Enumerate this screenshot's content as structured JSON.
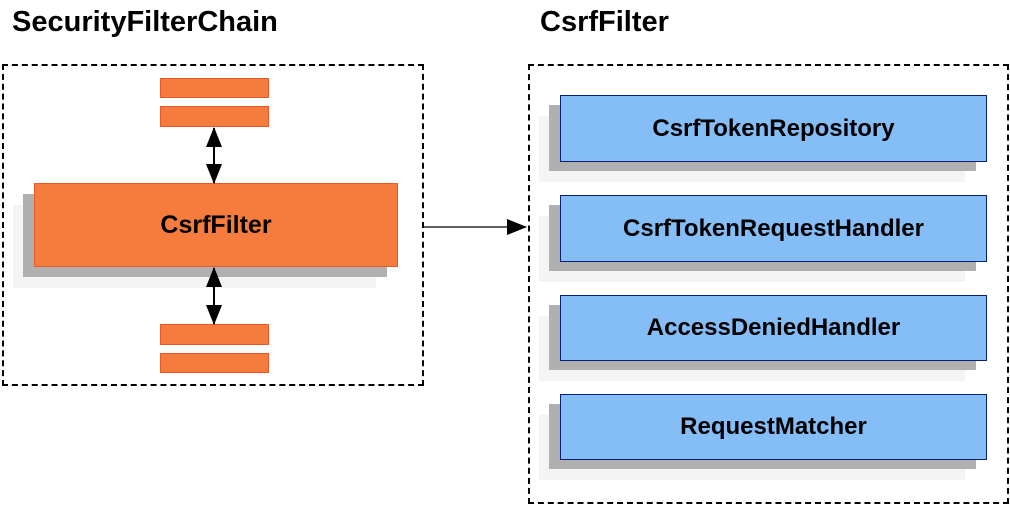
{
  "left": {
    "title": "SecurityFilterChain",
    "filter_label": "CsrfFilter"
  },
  "right": {
    "title": "CsrfFilter",
    "components": [
      "CsrfTokenRepository",
      "CsrfTokenRequestHandler",
      "AccessDeniedHandler",
      "RequestMatcher"
    ]
  },
  "colors": {
    "filter": "#f67c3d",
    "component": "#85bdf7",
    "shadow": "#b0b0b0"
  }
}
